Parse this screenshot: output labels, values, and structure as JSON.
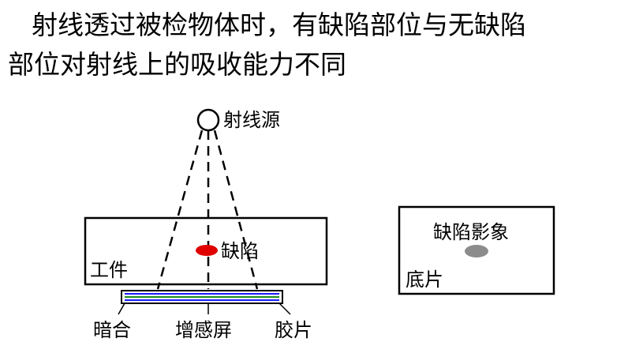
{
  "title": {
    "line1": "射线透过被检物体时，有缺陷部位与无缺陷",
    "line2": "部位对射线上的吸收能力不同"
  },
  "labels": {
    "source": "射线源",
    "workpiece": "工件",
    "defect": "缺陷",
    "dark_box": "暗合",
    "intensifying_screen": "增感屏",
    "film": "胶片",
    "film_base": "底片",
    "defect_image": "缺陷影象"
  },
  "colors": {
    "defect": "#e00000",
    "defect_image": "#8c8c8c",
    "screen_blue": "#1a1aff",
    "screen_green": "#1a8c1a",
    "outline": "#000000"
  }
}
